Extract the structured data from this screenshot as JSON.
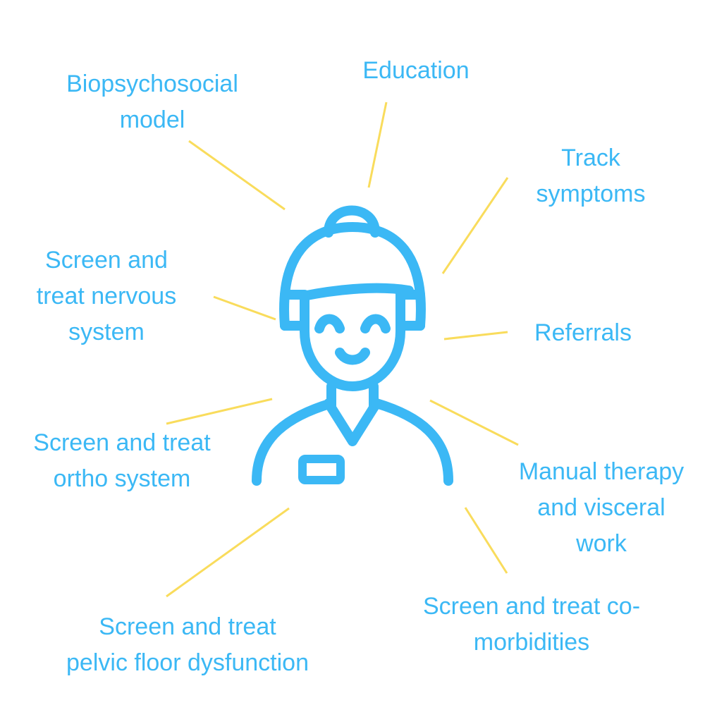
{
  "colors": {
    "label": "#3bb8f5",
    "icon": "#3bb8f5",
    "connector": "#f9dc5c",
    "background": "#ffffff"
  },
  "center_icon": "nurse-healthcare-worker-icon",
  "labels": [
    {
      "id": "biopsychosocial",
      "lines": [
        "Biopsychosocial",
        "model"
      ]
    },
    {
      "id": "education",
      "lines": [
        "Education"
      ]
    },
    {
      "id": "track-symptoms",
      "lines": [
        "Track",
        "symptoms"
      ]
    },
    {
      "id": "screen-nervous",
      "lines": [
        "Screen and",
        "treat nervous",
        "system"
      ]
    },
    {
      "id": "referrals",
      "lines": [
        "Referrals"
      ]
    },
    {
      "id": "screen-ortho",
      "lines": [
        "Screen and treat",
        "ortho system"
      ]
    },
    {
      "id": "manual-therapy",
      "lines": [
        "Manual therapy",
        "and visceral",
        "work"
      ]
    },
    {
      "id": "screen-pelvic",
      "lines": [
        "Screen and treat",
        "pelvic floor dysfunction"
      ]
    },
    {
      "id": "screen-comorbidities",
      "lines": [
        "Screen and treat co-",
        "morbidities"
      ]
    }
  ]
}
